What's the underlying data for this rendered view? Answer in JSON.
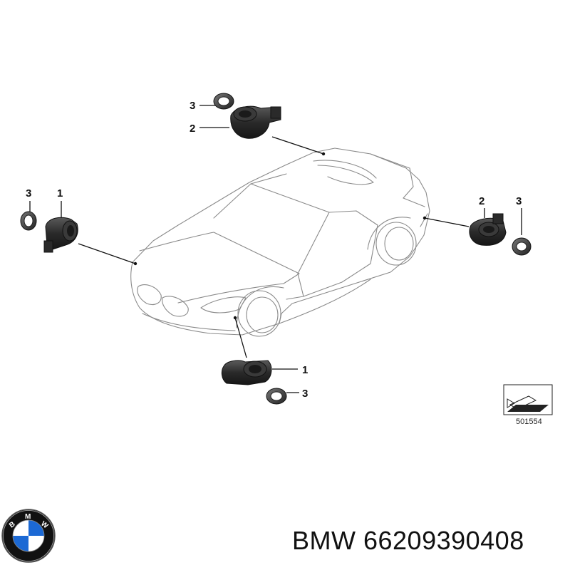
{
  "diagram": {
    "callouts": {
      "top_ring": "3",
      "top_sensor": "2",
      "left_ring": "3",
      "left_sensor": "1",
      "right_sensor": "2",
      "right_ring": "3",
      "bottom_sensor": "1",
      "bottom_ring": "3"
    },
    "diagram_id": "501554"
  },
  "brand": {
    "logo_letters": "BMW",
    "colors": {
      "blue": "#1c69d4",
      "black": "#111111"
    }
  },
  "caption": "BMW 66209390408"
}
